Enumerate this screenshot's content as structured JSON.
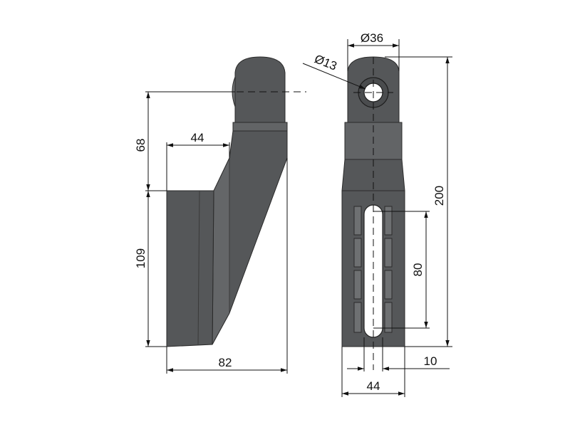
{
  "drawing": {
    "dimensions": {
      "dia_36": "Ø36",
      "dia_13": "Ø13",
      "h_68": "68",
      "h_109": "109",
      "w_44_top": "44",
      "w_82": "82",
      "h_200": "200",
      "h_80": "80",
      "w_10": "10",
      "w_44_bottom": "44"
    },
    "colors": {
      "body": "#555759",
      "body_highlight": "#6e7072",
      "hole": "#ffffff",
      "line": "#111111"
    }
  }
}
